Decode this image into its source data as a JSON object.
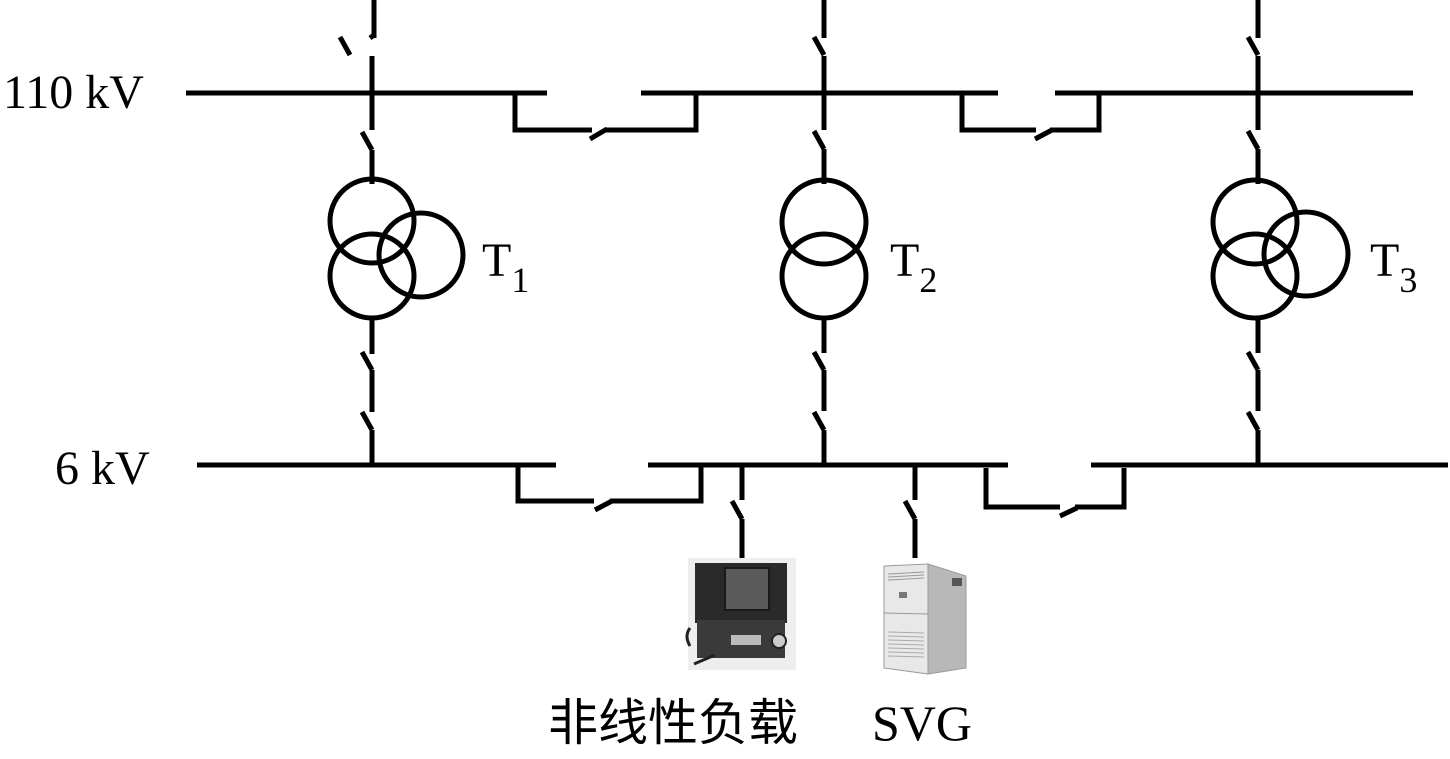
{
  "diagram": {
    "type": "single-line electrical diagram",
    "buses": [
      {
        "id": "hv",
        "label": "110 kV"
      },
      {
        "id": "lv",
        "label": "6 kV"
      }
    ],
    "transformers": [
      {
        "id": "T1",
        "label": "T",
        "subscript": "1",
        "windings": 3
      },
      {
        "id": "T2",
        "label": "T",
        "subscript": "2",
        "windings": 2
      },
      {
        "id": "T3",
        "label": "T",
        "subscript": "3",
        "windings": 3
      }
    ],
    "loads": [
      {
        "id": "nonlinear-load",
        "label": "非线性负载",
        "icon": "electric-furnace-image"
      },
      {
        "id": "svg",
        "label": "SVG",
        "icon": "svg-cabinet-image"
      }
    ],
    "bus_ties": [
      {
        "bus": "110 kV",
        "between": "T1-T2"
      },
      {
        "bus": "110 kV",
        "between": "T2-T3"
      },
      {
        "bus": "6 kV",
        "between": "T1-T2"
      },
      {
        "bus": "6 kV",
        "between": "T2-T3"
      }
    ]
  }
}
